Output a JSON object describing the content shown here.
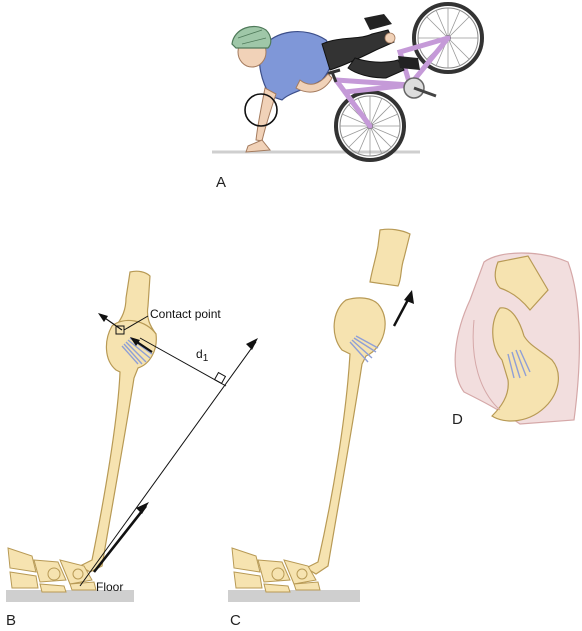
{
  "figure": {
    "panels": [
      {
        "id": "A",
        "label": "A"
      },
      {
        "id": "B",
        "label": "B"
      },
      {
        "id": "C",
        "label": "C"
      },
      {
        "id": "D",
        "label": "D"
      }
    ],
    "annotations": {
      "contact_point": "Contact point",
      "distance_label": "d",
      "distance_subscript": "1",
      "floor": "Floor"
    },
    "colors": {
      "bone_fill": "#f6e3b0",
      "bone_stroke": "#b89a55",
      "ligament": "#8f9fd6",
      "floor": "#cfcfcf",
      "skin": "#f2dede",
      "shirt": "#7f97d8",
      "helmet": "#9fc7a8",
      "bike_frame": "#c59ad8"
    }
  }
}
